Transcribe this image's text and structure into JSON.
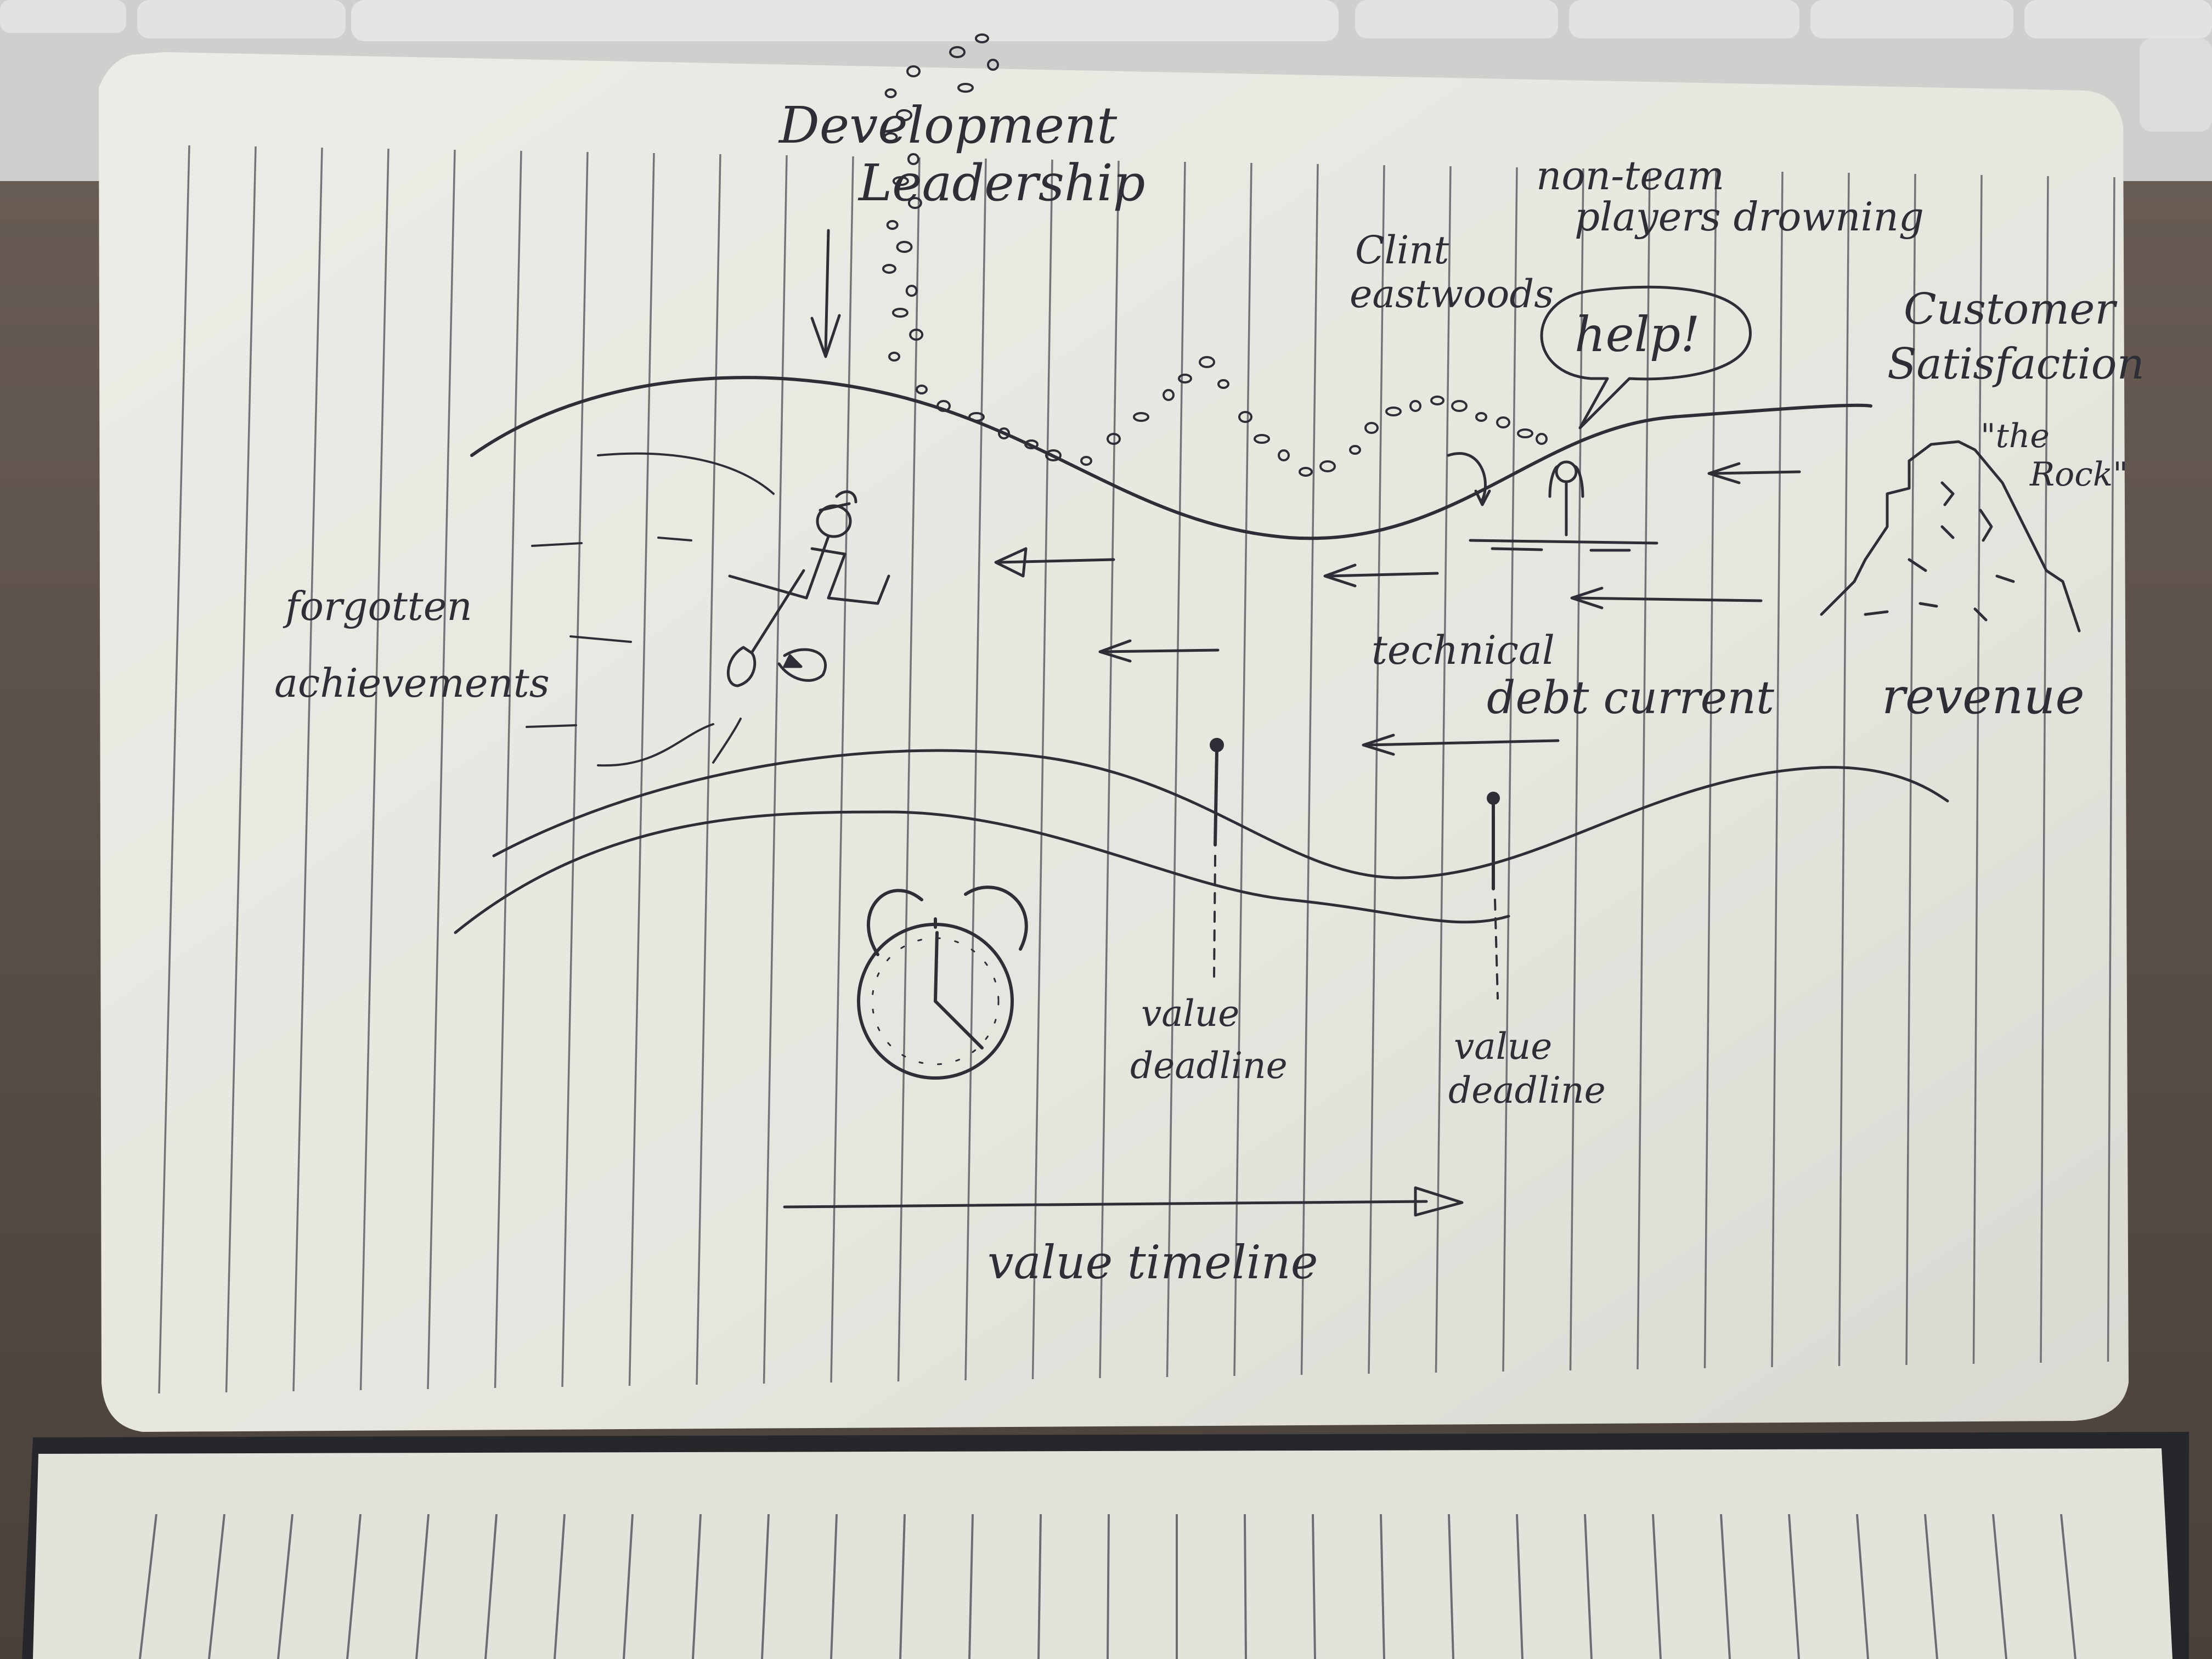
{
  "colors": {
    "desk": "#5a4f47",
    "keyboard": "#d7d8d6",
    "paper": "#e9e9e3",
    "paper_shadow": "#cfcfc8",
    "rule_line": "#5f6066",
    "ink": "#2e2f36"
  },
  "icons": {
    "clock": "alarm-clock-icon",
    "rock": "rock-icon",
    "swimmer": "drowning-figure-icon",
    "digger": "shovel-figure-icon"
  },
  "labels": {
    "development_leadership": [
      "Development",
      "Leadership"
    ],
    "clint_eastwoods": [
      "Clint",
      "eastwoods"
    ],
    "non_team_players": [
      "non-team",
      "players drowning"
    ],
    "help": "help!",
    "customer_satisfaction": [
      "Customer",
      "Satisfaction"
    ],
    "the_rock": [
      "\"the",
      "Rock\""
    ],
    "forgotten_achievements": [
      "forgotten",
      "achievements"
    ],
    "technical_debt_current": [
      "technical",
      "debt current"
    ],
    "revenue": "revenue",
    "value_deadline_1": [
      "value",
      "deadline"
    ],
    "value_deadline_2": [
      "value",
      "deadline"
    ],
    "value_timeline": "value timeline"
  }
}
